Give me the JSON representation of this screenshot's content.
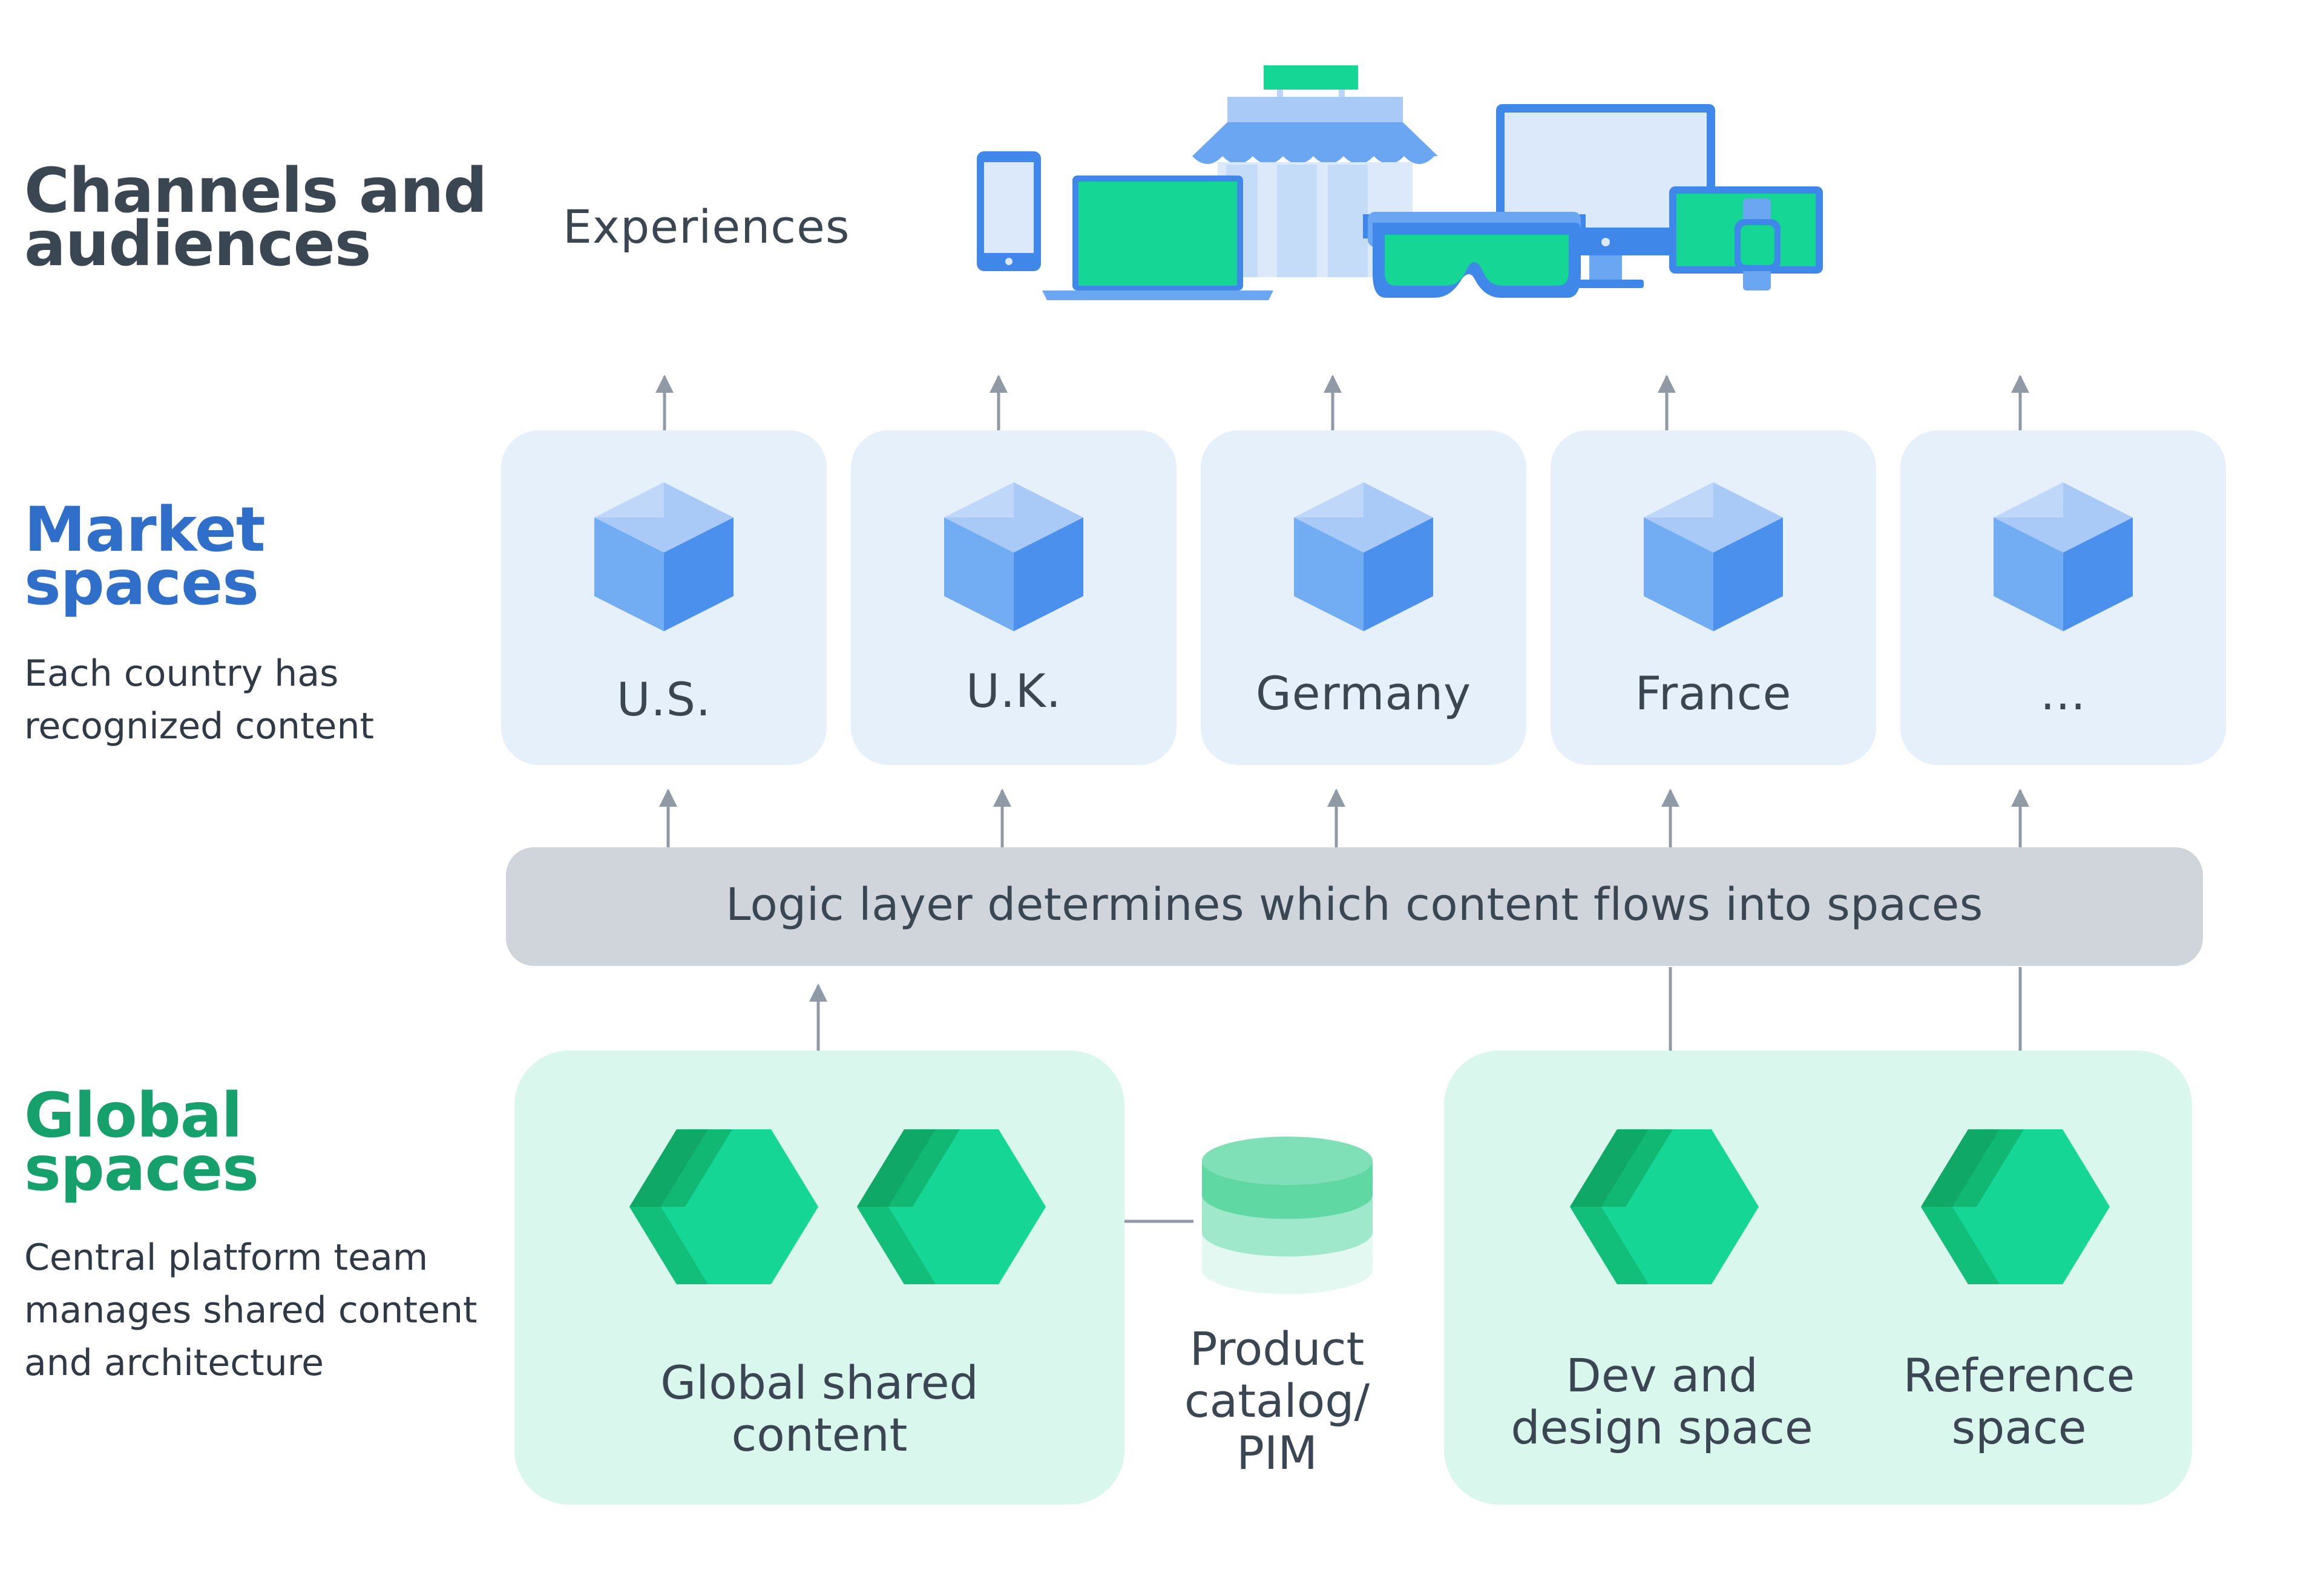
{
  "colors": {
    "channels_title": "#3b4653",
    "market_title": "#2f6fc9",
    "global_title": "#16a06c",
    "market_box_bg": "#e6f0fb",
    "global_box_bg": "#d9f7ec",
    "logic_bar_bg": "#d0d5dc",
    "arrow": "#8f9aa6",
    "cube_blue": "#5596ef",
    "hex_green": "#15d694"
  },
  "sections": {
    "channels": {
      "title_line1": "Channels and",
      "title_line2": "audiences",
      "experiences_label": "Experiences"
    },
    "market": {
      "title_line1": "Market",
      "title_line2": "spaces",
      "desc_line1": "Each country has",
      "desc_line2": "recognized content"
    },
    "global": {
      "title_line1": "Global",
      "title_line2": "spaces",
      "desc_line1": "Central platform team",
      "desc_line2": "manages shared content",
      "desc_line3": "and architecture"
    }
  },
  "devices": [
    {
      "icon": "smartphone-icon"
    },
    {
      "icon": "laptop-icon"
    },
    {
      "icon": "storefront-icon"
    },
    {
      "icon": "vr-headset-icon"
    },
    {
      "icon": "desktop-monitor-icon"
    },
    {
      "icon": "tablet-icon"
    },
    {
      "icon": "smartwatch-icon"
    }
  ],
  "markets": [
    {
      "label": "U.S.",
      "icon": "cube-icon"
    },
    {
      "label": "U.K.",
      "icon": "cube-icon"
    },
    {
      "label": "Germany",
      "icon": "cube-icon"
    },
    {
      "label": "France",
      "icon": "cube-icon"
    },
    {
      "label": "...",
      "icon": "cube-icon"
    }
  ],
  "logic_layer": {
    "label": "Logic layer determines which content flows into spaces"
  },
  "global_shared": {
    "label_line1": "Global shared",
    "label_line2": "content",
    "icon": "hexagon-icon"
  },
  "product_catalog": {
    "label_line1": "Product",
    "label_line2": "catalog/",
    "label_line3": "PIM",
    "icon": "database-icon"
  },
  "dev_design": {
    "label_line1": "Dev and",
    "label_line2": "design space",
    "icon": "hexagon-icon"
  },
  "reference": {
    "label_line1": "Reference",
    "label_line2": "space",
    "icon": "hexagon-icon"
  }
}
